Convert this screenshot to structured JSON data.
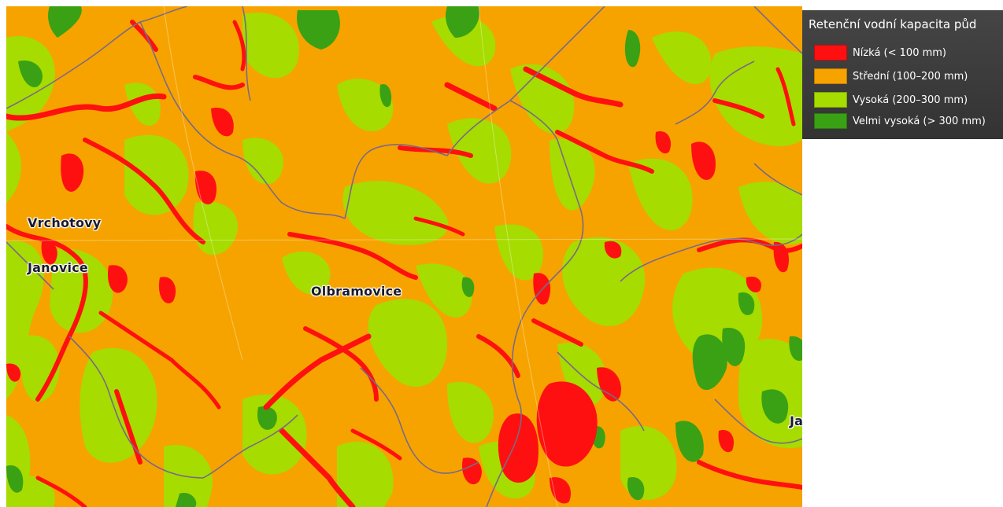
{
  "legend": {
    "title": "Retenční vodní kapacita půd",
    "items": [
      {
        "label": "Nízká (< 100 mm)",
        "color": "#ff1010"
      },
      {
        "label": "Střední (100–200 mm)",
        "color": "#f6a300"
      },
      {
        "label": "Vysoká (200–300 mm)",
        "color": "#a6dc00"
      },
      {
        "label": "Velmi vysoká (> 300 mm)",
        "color": "#3aa114"
      }
    ]
  },
  "places": {
    "vrchotovy_line1": "Vrchotovy",
    "vrchotovy_line2": "Janovice",
    "olbramovice": "Olbramovice",
    "edge": "Ja"
  },
  "colors": {
    "low": "#ff1010",
    "medium": "#f6a300",
    "high": "#a6dc00",
    "very_high": "#3aa114",
    "boundary": "#7a6a86"
  }
}
